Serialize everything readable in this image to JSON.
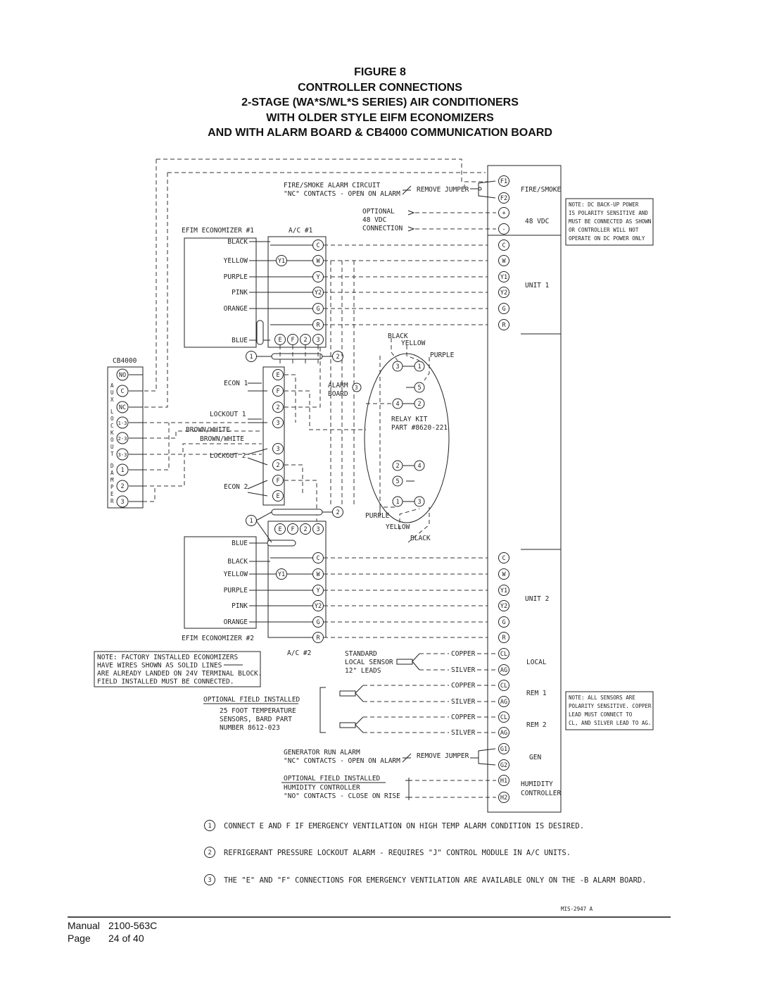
{
  "titles": {
    "figure": "FIGURE 8",
    "line1": "CONTROLLER CONNECTIONS",
    "line2": "2-STAGE (WA*S/WL*S SERIES) AIR CONDITIONERS",
    "line3": "WITH OLDER STYLE EIFM ECONOMIZERS",
    "line4": "AND WITH ALARM BOARD & CB4000 COMMUNICATION BOARD"
  },
  "controller": {
    "terminals_top": [
      "F1",
      "F2",
      "+",
      "-",
      "C",
      "W",
      "Y1",
      "Y2",
      "G",
      "R"
    ],
    "terminals_bottom": [
      "C",
      "W",
      "Y1",
      "Y2",
      "G",
      "R",
      "CL",
      "AG",
      "CL",
      "AG",
      "CL",
      "AG",
      "G1",
      "G2",
      "H1",
      "H2"
    ],
    "labels": {
      "fire_smoke": "FIRE/SMOKE",
      "vdc": "48 VDC",
      "unit1": "UNIT 1",
      "unit2": "UNIT 2",
      "local": "LOCAL",
      "rem1": "REM 1",
      "rem2": "REM 2",
      "gen": "GEN",
      "humidity1": "HUMIDITY",
      "humidity2": "CONTROLLER"
    }
  },
  "notes": {
    "dc_power": [
      "NOTE: DC BACK-UP POWER",
      "IS POLARITY SENSITIVE AND",
      "MUST BE CONNECTED AS SHOWN",
      "OR CONTROLLER WILL NOT",
      "OPERATE ON DC POWER ONLY"
    ],
    "sensors": [
      "NOTE: ALL SENSORS ARE",
      "POLARITY SENSITIVE. COPPER",
      "LEAD MUST CONNECT TO",
      "CL, AND SILVER LEAD TO AG."
    ],
    "factory": [
      "NOTE: FACTORY INSTALLED ECONOMIZERS",
      "HAVE WIRES SHOWN AS SOLID LINES",
      "ARE ALREADY LANDED ON 24V TERMINAL BLOCK.",
      "FIELD INSTALLED MUST BE CONNECTED."
    ]
  },
  "fire_alarm": {
    "line1": "FIRE/SMOKE ALARM CIRCUIT",
    "line2": "\"NC\" CONTACTS - OPEN ON ALARM",
    "jumper": "REMOVE JUMPER"
  },
  "optional_vdc": [
    "OPTIONAL",
    "48 VDC",
    "CONNECTION"
  ],
  "economizer1": {
    "title": "EFIM ECONOMIZER #1",
    "ac": "A/C #1",
    "wires": [
      "BLACK",
      "YELLOW",
      "PURPLE",
      "PINK",
      "ORANGE",
      "BLUE"
    ],
    "ac_terminals": [
      "C",
      "W",
      "Y",
      "Y2",
      "G",
      "R"
    ],
    "y1": "Y1",
    "bottom_terminals": [
      "E",
      "F",
      "2",
      "3"
    ]
  },
  "economizer2": {
    "title": "EFIM ECONOMIZER #2",
    "ac": "A/C #2",
    "wires": [
      "BLUE",
      "BLACK",
      "YELLOW",
      "PURPLE",
      "PINK",
      "ORANGE"
    ],
    "ac_terminals": [
      "C",
      "W",
      "Y",
      "Y2",
      "G",
      "R"
    ],
    "y1": "Y1",
    "top_terminals": [
      "E",
      "F",
      "2",
      "3"
    ]
  },
  "cb4000": {
    "title": "CB4000",
    "terminals": [
      "NO",
      "C",
      "NC",
      "1-3",
      "2-3",
      "3-3",
      "1",
      "2",
      "3"
    ],
    "side_aux": "AUX",
    "side_lockout": "LOCKOUT",
    "side_damper": "DAMPER"
  },
  "alarm_board": {
    "label1": "ALARM",
    "label2": "BOARD",
    "ref": "3",
    "terminals": [
      "E",
      "F",
      "2",
      "3",
      "3",
      "2",
      "F",
      "E"
    ],
    "econ1": "ECON 1",
    "lockout1": "LOCKOUT 1",
    "lockout2": "LOCKOUT 2",
    "econ2": "ECON 2",
    "brown_white_1": "BROWN/WHITE",
    "brown_white_2": "BROWN/WHITE"
  },
  "relay_kit": {
    "label1": "RELAY KIT",
    "label2": "PART #8620-221",
    "top_wires": [
      "BLACK",
      "YELLOW",
      "PURPLE"
    ],
    "bottom_wires": [
      "PURPLE",
      "YELLOW",
      "BLACK"
    ],
    "relay_terms": [
      "3",
      "1",
      "5",
      "4",
      "2",
      "2",
      "4",
      "5",
      "1",
      "3"
    ]
  },
  "refs": {
    "one": "1",
    "two": "2"
  },
  "sensors": {
    "standard": [
      "STANDARD",
      "LOCAL SENSOR",
      "12\" LEADS"
    ],
    "optional": [
      "OPTIONAL FIELD INSTALLED",
      "25 FOOT TEMPERATURE",
      "SENSORS, BARD PART",
      "NUMBER 8612-023"
    ],
    "copper": "COPPER",
    "silver": "SILVER"
  },
  "generator": {
    "line1": "GENERATOR RUN ALARM",
    "line2": "\"NC\" CONTACTS - OPEN ON ALARM",
    "jumper": "REMOVE JUMPER"
  },
  "humidity": {
    "line1": "OPTIONAL FIELD INSTALLED",
    "line2": "HUMIDITY CONTROLLER",
    "line3": "\"NO\" CONTACTS - CLOSE ON RISE"
  },
  "footnotes": [
    {
      "num": "1",
      "text": "CONNECT E AND F IF EMERGENCY VENTILATION ON HIGH TEMP ALARM CONDITION IS DESIRED."
    },
    {
      "num": "2",
      "text": "REFRIGERANT PRESSURE LOCKOUT ALARM - REQUIRES \"J\" CONTROL MODULE IN A/C UNITS."
    },
    {
      "num": "3",
      "text": "THE \"E\" AND \"F\" CONNECTIONS FOR EMERGENCY VENTILATION ARE AVAILABLE ONLY ON THE -B ALARM BOARD."
    }
  ],
  "drawing_id": "MIS-2947 A",
  "footer": {
    "manual_label": "Manual",
    "manual_value": "2100-563C",
    "page_label": "Page",
    "page_value": "24 of 40"
  }
}
